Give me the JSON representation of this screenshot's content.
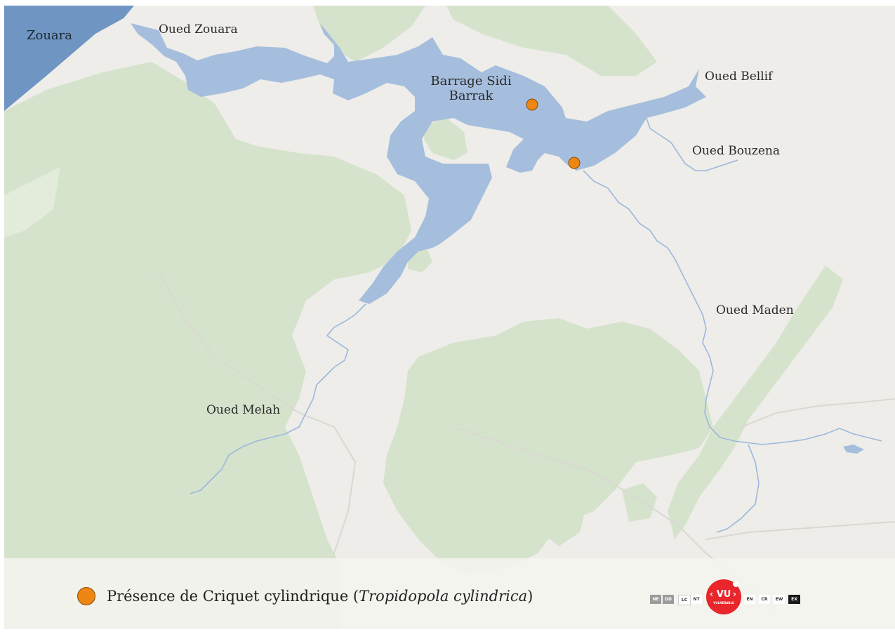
{
  "map": {
    "labels": {
      "zouara": "Zouara",
      "oued_zouara": "Oued Zouara",
      "barrage": "Barrage Sidi Barrak",
      "oued_bellif": "Oued Bellif",
      "oued_bouzena": "Oued Bouzena",
      "oued_maden": "Oued Maden",
      "oued_melah": "Oued Melah"
    },
    "colors": {
      "land": "#eeede9",
      "forest": "#d6e3cc",
      "sea": "#6f95c2",
      "lake": "#a6bedd",
      "river": "#9cb8dd",
      "road": "#dad8d3",
      "observation": "#ee8614"
    },
    "observations_count": 2
  },
  "legend": {
    "text_before": "Présence de Criquet cylindrique (",
    "species_italic": "Tropidopola cylindrica",
    "text_after": ")"
  },
  "iucn": {
    "status_code": "VU",
    "status_label": "VULNERABLE",
    "categories": [
      "NE",
      "DD",
      "LC",
      "NT",
      "EN",
      "CR",
      "EW",
      "EX"
    ]
  }
}
